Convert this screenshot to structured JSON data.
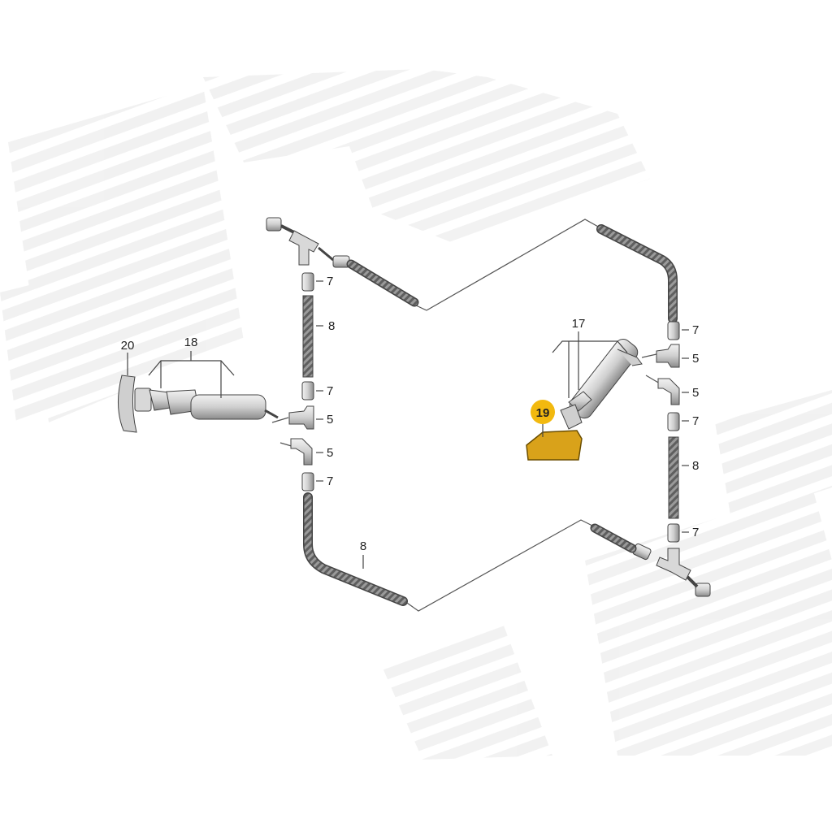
{
  "diagram": {
    "callouts": [
      {
        "id": "c20",
        "text": "20"
      },
      {
        "id": "c18",
        "text": "18"
      },
      {
        "id": "c17",
        "text": "17"
      },
      {
        "id": "c19",
        "text": "19"
      },
      {
        "id": "l7a",
        "text": "7"
      },
      {
        "id": "l8a",
        "text": "8"
      },
      {
        "id": "l7b",
        "text": "7"
      },
      {
        "id": "l5a",
        "text": "5"
      },
      {
        "id": "l5b",
        "text": "5"
      },
      {
        "id": "l7c",
        "text": "7"
      },
      {
        "id": "l8b",
        "text": "8"
      },
      {
        "id": "r7a",
        "text": "7"
      },
      {
        "id": "r5a",
        "text": "5"
      },
      {
        "id": "r5b",
        "text": "5"
      },
      {
        "id": "r7b",
        "text": "7"
      },
      {
        "id": "r8",
        "text": "8"
      },
      {
        "id": "r7c",
        "text": "7"
      }
    ],
    "colors": {
      "highlight": "#f2b90f",
      "highlight_part": "#d9a21a",
      "line": "#333333",
      "part_light": "#e6e6e6",
      "part_mid": "#bdbdbd",
      "watermark": "#efefef"
    }
  }
}
